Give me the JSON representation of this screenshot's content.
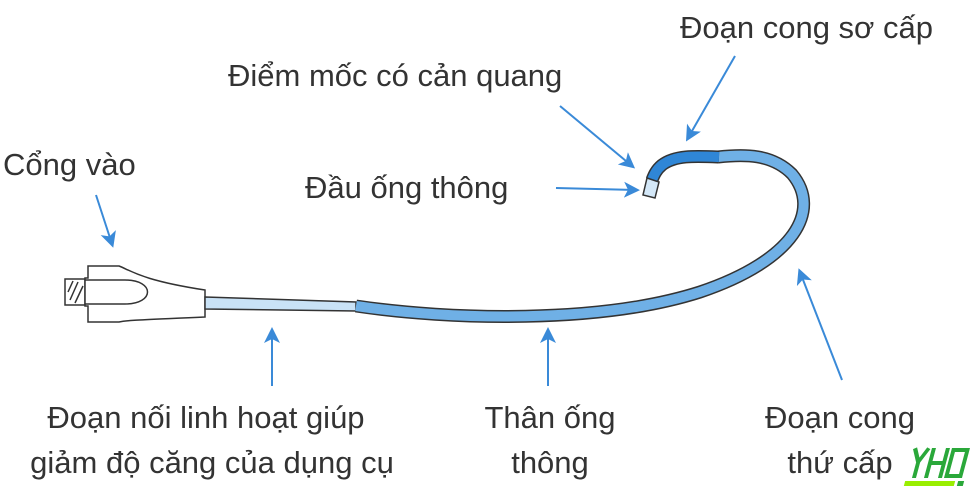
{
  "labels": {
    "primary_curve": "Đoạn cong sơ cấp",
    "radiopaque_marker": "Điểm mốc có cản quang",
    "catheter_tip": "Đầu ống thông",
    "hub": "Cổng vào",
    "strain_relief_line1": "Đoạn nối linh hoạt giúp",
    "strain_relief_line2": "giảm độ căng của dụng cụ",
    "shaft_line1": "Thân ống",
    "shaft_line2": "thông",
    "secondary_curve_line1": "Đoạn cong",
    "secondary_curve_line2": "thứ cấp"
  },
  "watermark": "YHO",
  "colors": {
    "arrow": "#3a8ad8",
    "shaft": "#6fb0e6",
    "strain_relief": "#c9e2f6",
    "marker": "#2f86d6",
    "tip": "#d4e8f8",
    "text": "#333333",
    "logo_green": "#2aa83a",
    "logo_lime": "#99ee00"
  }
}
